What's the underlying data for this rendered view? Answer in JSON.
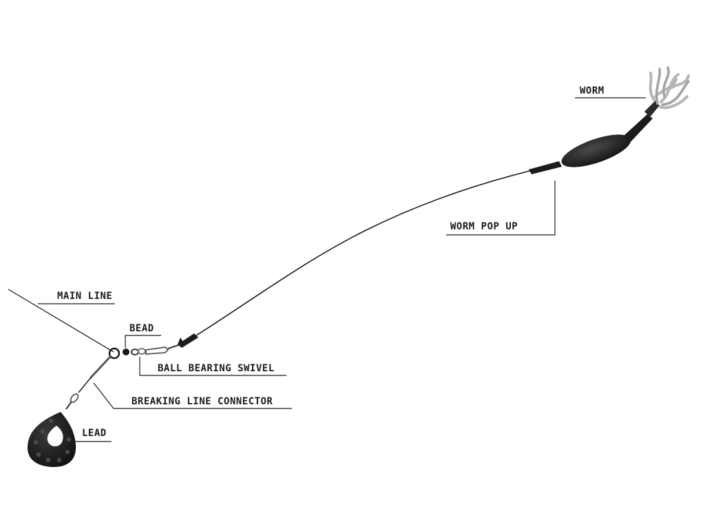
{
  "labels": {
    "worm": "WORM",
    "worm_pop_up": "WORM POP UP",
    "main_line": "MAIN LINE",
    "bead": "BEAD",
    "ball_bearing_swivel": "BALL BEARING SWIVEL",
    "breaking_line_connector": "BREAKING LINE CONNECTOR",
    "lead": "LEAD"
  },
  "colors": {
    "line": "#1a1a1a",
    "rig_black": "#1c1c1c",
    "worm_grey": "#b5b5b5",
    "metal": "#8a8a8a",
    "background": "#ffffff"
  }
}
